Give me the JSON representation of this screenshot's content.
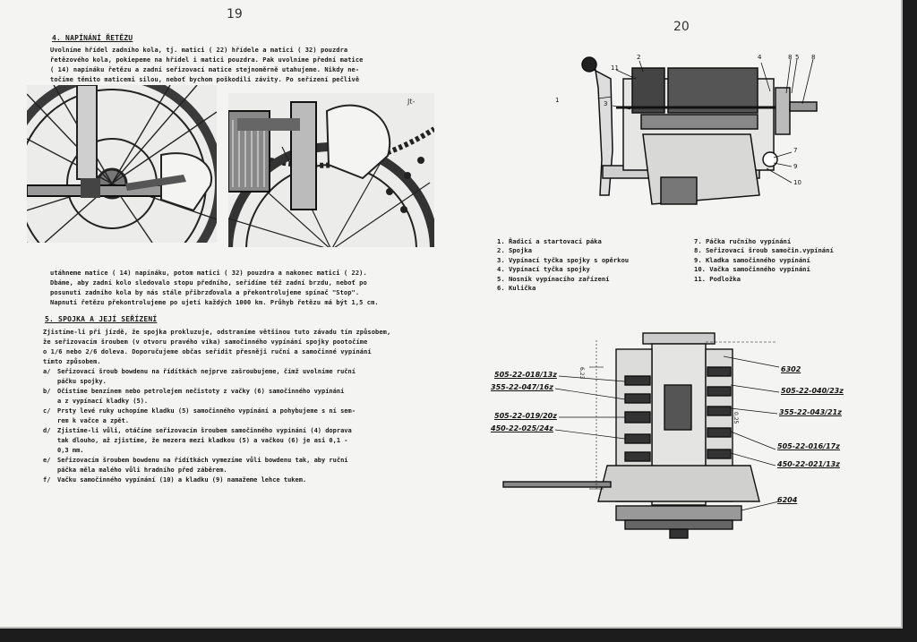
{
  "page_left": {
    "page_number": "19",
    "section4": {
      "heading": "4. NAPÍNÁNÍ ŘETĚZU",
      "para1_lines": [
        "Uvolníme hřídel zadního kola, tj. matici ( 22) hřídele a matici ( 32) pouzdra",
        "řetězového kola, pokiepeme na hřídel i matici pouzdra. Pak uvolníme přední matice",
        "( 14) napínáku řetězu a zadní seřizovací matice stejnoměrně utahujeme. Nikdy ne-",
        "točíme těmito maticemi silou, neboť bychom poškodili závity. Po seřízení pečlivě"
      ],
      "para2_lines": [
        "utáhneme matice ( 14) napínáku, potom matici ( 32) pouzdra a nakonec matici ( 22).",
        "Dbáme, aby zadní kolo sledovalo stopu předního, seřídíme též zadní brzdu, neboť po",
        "posunutí zadního kola by nás stále přibrzďovala a překontrolujeme spínač \"Stop\".",
        "Napnutí řetězu překontrolujeme po ujetí každých 1000 km. Průhyb řetězu má být 1,5 cm."
      ]
    },
    "section5": {
      "heading": "5. SPOJKA A JEJÍ SEŘÍZENÍ",
      "intro_lines": [
        "Zjistíme-li při jízdě, že spojka prokluzuje, odstraníme většinou tuto závadu tím způsobem,",
        "že seřizovacím šroubem (v otvoru pravého víka) samočinného vypínání spojky pootočíme",
        "o 1/6 nebo 2/6 doleva. Doporučujeme občas seřídit přesněji ruční a samočinné vypínání",
        "tímto způsobem."
      ],
      "steps": [
        {
          "marker": "a/",
          "lines": [
            "Seřizovací šroub bowdenu na řídítkách nejprve zašroubujeme, čímž uvolníme ruční",
            "páčku spojky."
          ]
        },
        {
          "marker": "b/",
          "lines": [
            "Očistíme benzínem nebo petrolejem nečistoty z vačky (6) samočinného vypínání",
            "a z vypínací kladky (5)."
          ]
        },
        {
          "marker": "c/",
          "lines": [
            "Prsty levé ruky uchopíme kladku (5) samočinného vypínání a pohybujeme s ní sem-",
            "rem k vačce a zpět."
          ]
        },
        {
          "marker": "d/",
          "lines": [
            "Zjistíme-li vůli, otáčíme seřizovacím šroubem samočinného vypínání (4) doprava",
            "tak dlouho, až zjistíme, že mezera mezi kladkou (5) a vačkou (6) je asi 0,1 -",
            "0,3 mm."
          ]
        },
        {
          "marker": "e/",
          "lines": [
            "Seřizovacím šroubem bowdenu na řídítkách vymezíme vůli bowdenu tak, aby ruční",
            "páčka měla malého vůli hradního před záběrem."
          ]
        },
        {
          "marker": "f/",
          "lines": [
            "Vačku samočinného vypínání (10) a kladku (9) namažeme lehce tukem."
          ]
        }
      ]
    },
    "photo_labels": {
      "right_photo_tag": "Jt-"
    }
  },
  "page_right": {
    "page_number": "20",
    "diagram_callouts": [
      "1",
      "11",
      "2",
      "3",
      "4",
      "8",
      "5",
      "8",
      "7",
      "9",
      "10"
    ],
    "legend_left": [
      "1. Řadicí a startovací páka",
      "2. Spojka",
      "3. Vypínací tyčka spojky s opěrkou",
      "4. Vypínací tyčka spojky",
      "5. Nosník vypínacího zařízení",
      "6. Kulička"
    ],
    "legend_right": [
      "7. Páčka ručního vypínání",
      "8. Seřizovací šroub samočin.vypínání",
      "9. Kladka samočinného vypínání",
      "10. Vačka samočinného vypínání",
      "11. Podložka"
    ],
    "gear_labels_left": [
      "505-22-018/13z",
      "355-22-047/16z",
      "505-22-019/20z",
      "450-22-025/24z"
    ],
    "gear_labels_right": [
      "6302",
      "505-22-040/23z",
      "355-22-043/21z",
      "505-22-016/17z",
      "450-22-021/13z",
      "6204"
    ],
    "dims": [
      "6,23",
      "0,25"
    ]
  },
  "colors": {
    "paper": "#f4f4f2",
    "ink": "#1a1a1a",
    "background": "#1c1c1c"
  }
}
